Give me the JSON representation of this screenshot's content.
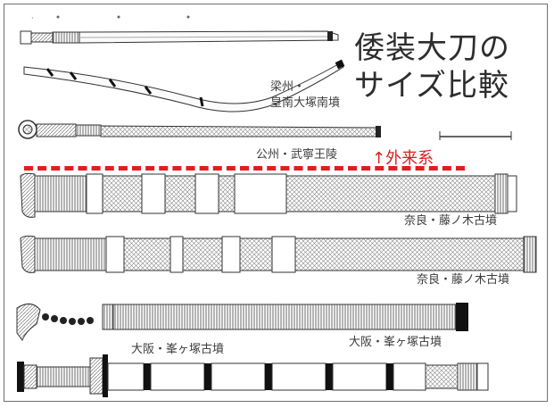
{
  "title": "倭装大刀の\nサイズ比較",
  "marker": "↑外来系",
  "labels": {
    "sword2": "梁州・\n皇南大塚南墳",
    "sword3": "公州・武寧王陵",
    "sword4": "奈良・藤ノ木古墳",
    "sword5": "奈良・藤ノ木古墳",
    "sword6": "大阪・峯ヶ塚古墳",
    "sword7": "大阪・峯ヶ塚古墳"
  },
  "colors": {
    "divider": "#e11d1d",
    "marker": "#d62020",
    "ink": "#2d2d2d"
  },
  "icons": [
    "sword-drawing",
    "scale-bar"
  ]
}
